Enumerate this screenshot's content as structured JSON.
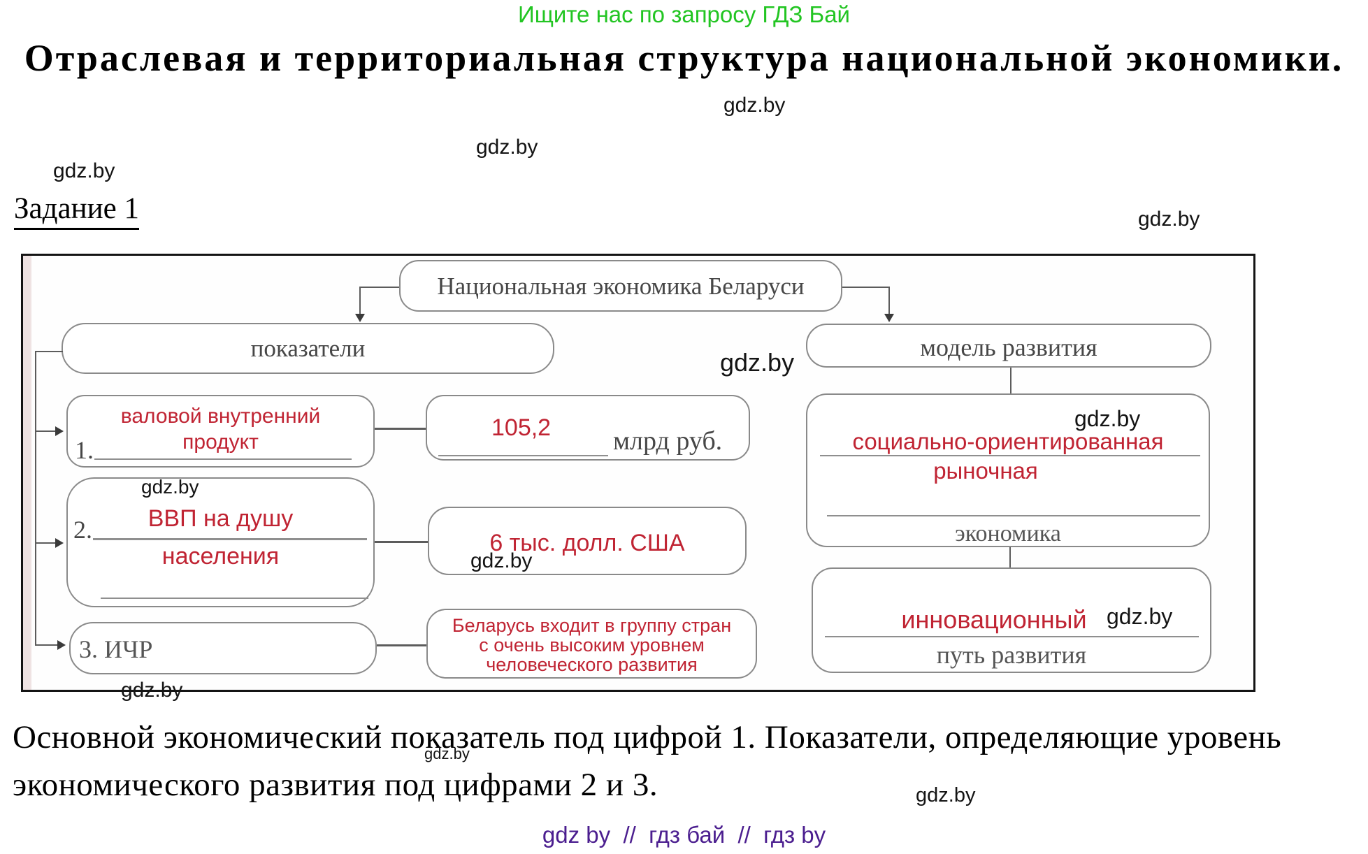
{
  "watermark": "gdz.by",
  "colors": {
    "promo_green": "#22c522",
    "answer_red": "#c02433",
    "footer_purple": "#4b1e8f",
    "printed_gray": "#474747",
    "box_border": "#8a8a8a"
  },
  "header": {
    "promo": "Ищите нас по запросу ГДЗ Бай",
    "title": "Отраслевая и территориальная структура национальной экономики.",
    "task_label": "Задание 1"
  },
  "diagram": {
    "root_label": "Национальная экономика Беларуси",
    "indicators_label": "показатели",
    "model_label": "модель развития",
    "item1": {
      "number": "1.",
      "answer_line1": "валовой внутренний",
      "answer_line2": "продукт",
      "value": "105,2",
      "unit": "млрд руб."
    },
    "item2": {
      "number": "2.",
      "answer_line1": "ВВП на душу",
      "answer_line2": "населения",
      "value": "6 тыс. долл. США"
    },
    "item3": {
      "label": "3. ИЧР",
      "value_line1": "Беларусь входит в группу стран",
      "value_line2": "с очень высоким уровнем",
      "value_line3": "человеческого развития"
    },
    "model_item1": {
      "answer_line1": "социально-ориентированная",
      "answer_line2": "рыночная",
      "label": "экономика"
    },
    "model_item2": {
      "answer": "инновационный",
      "label": "путь развития"
    }
  },
  "caption": {
    "line1": "Основной экономический показатель под цифрой 1. Показатели, определяющие уровень",
    "line2": "экономического развития под цифрами 2 и 3."
  },
  "footer": {
    "text": "gdz by  //  гдз бай  //  гдз by"
  }
}
